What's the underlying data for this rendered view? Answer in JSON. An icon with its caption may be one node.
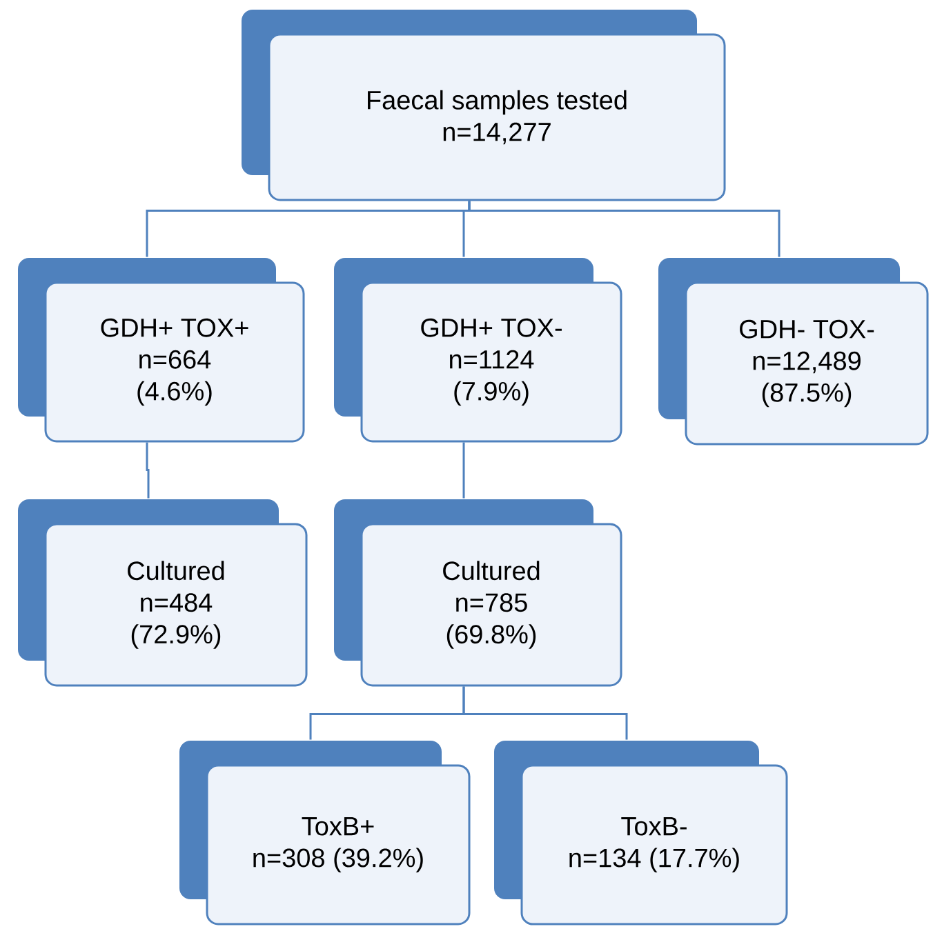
{
  "diagram": {
    "nodes": [
      {
        "text": [
          "Faecal samples tested",
          "n=14,277"
        ]
      },
      {
        "text": [
          "GDH+ TOX+",
          "n=664",
          "(4.6%)"
        ]
      },
      {
        "text": [
          "GDH+ TOX-",
          "n=1124",
          "(7.9%)"
        ]
      },
      {
        "text": [
          "GDH- TOX-",
          "n=12,489",
          "(87.5%)"
        ]
      },
      {
        "text": [
          "Cultured",
          "n=484",
          "(72.9%)"
        ]
      },
      {
        "text": [
          "Cultured",
          "n=785",
          "(69.8%)"
        ]
      },
      {
        "text": [
          "ToxB+",
          "n=308 (39.2%)"
        ]
      },
      {
        "text": [
          "ToxB-",
          "n=134 (17.7%)"
        ]
      }
    ],
    "edges": [
      {
        "from": 0,
        "to": 1,
        "arrow": "none"
      },
      {
        "from": 0,
        "to": 2,
        "arrow": "none"
      },
      {
        "from": 0,
        "to": 3,
        "arrow": "none"
      },
      {
        "from": 1,
        "to": 4,
        "arrow": "none"
      },
      {
        "from": 2,
        "to": 5,
        "arrow": "none"
      },
      {
        "from": 5,
        "to": 6,
        "arrow": "none"
      },
      {
        "from": 5,
        "to": 7,
        "arrow": "none"
      }
    ]
  }
}
